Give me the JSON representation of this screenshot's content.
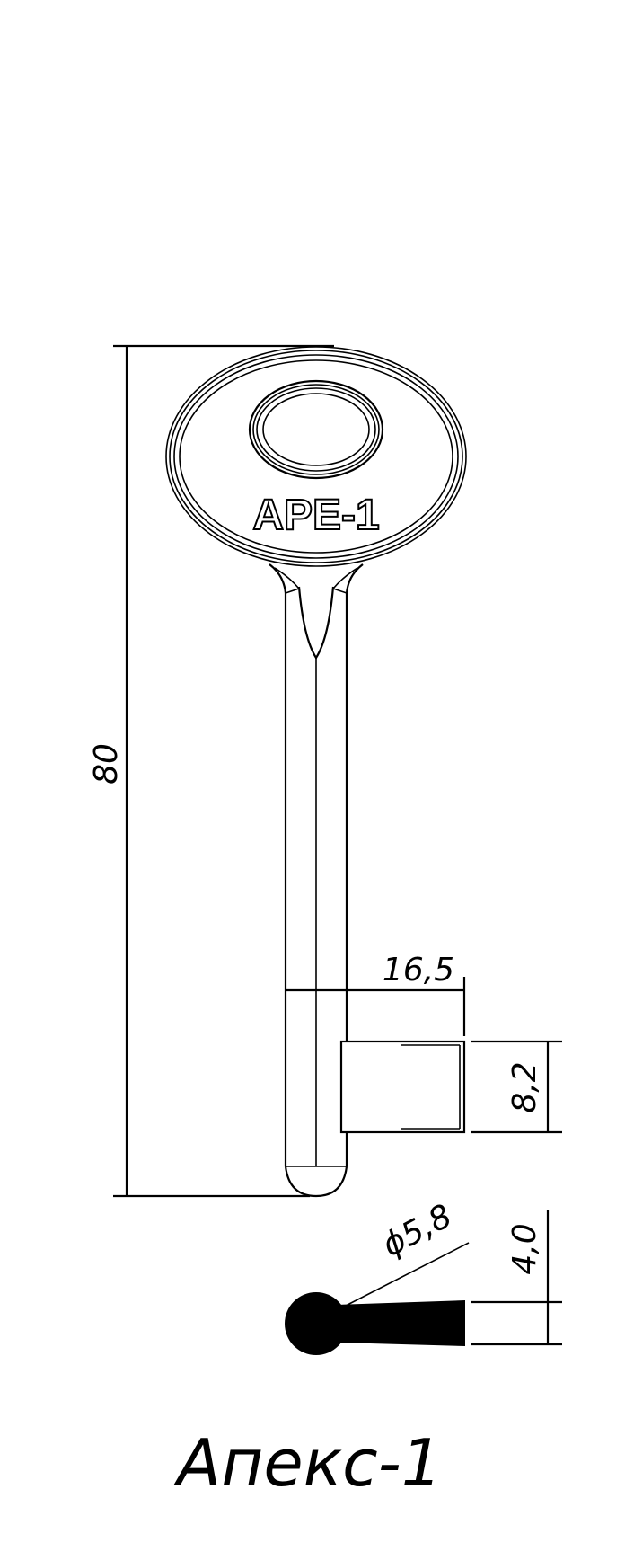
{
  "drawing": {
    "key_marking": "APE-1",
    "title": "Апекс-1",
    "dimensions": {
      "overall_length": "80",
      "bit_length": "16,5",
      "bit_height": "8,2",
      "shank_diameter": "ϕ5,8",
      "bit_thickness": "4,0"
    }
  },
  "colors": {
    "line": "#000000",
    "background": "#ffffff"
  }
}
